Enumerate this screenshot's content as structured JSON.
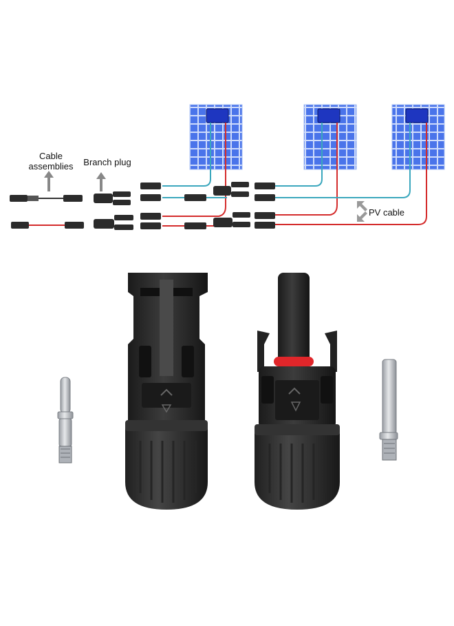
{
  "labels": {
    "cable_assemblies": "Cable\nassemblies",
    "branch_plug": "Branch plug",
    "pv_cable": "PV cable"
  },
  "colors": {
    "panel_blue": "#3f6de6",
    "panel_frame": "#8fb0f2",
    "junction_box": "#1d34b8",
    "cable_blue": "#3aa7bd",
    "cable_red": "#d42b2b",
    "connector_body": "#2a2a2a",
    "seal_ring": "#e0262a",
    "metal_pin": "#b8bcc2"
  },
  "icons": [
    "up-arrow-icon",
    "diagonal-arrow-icon"
  ]
}
